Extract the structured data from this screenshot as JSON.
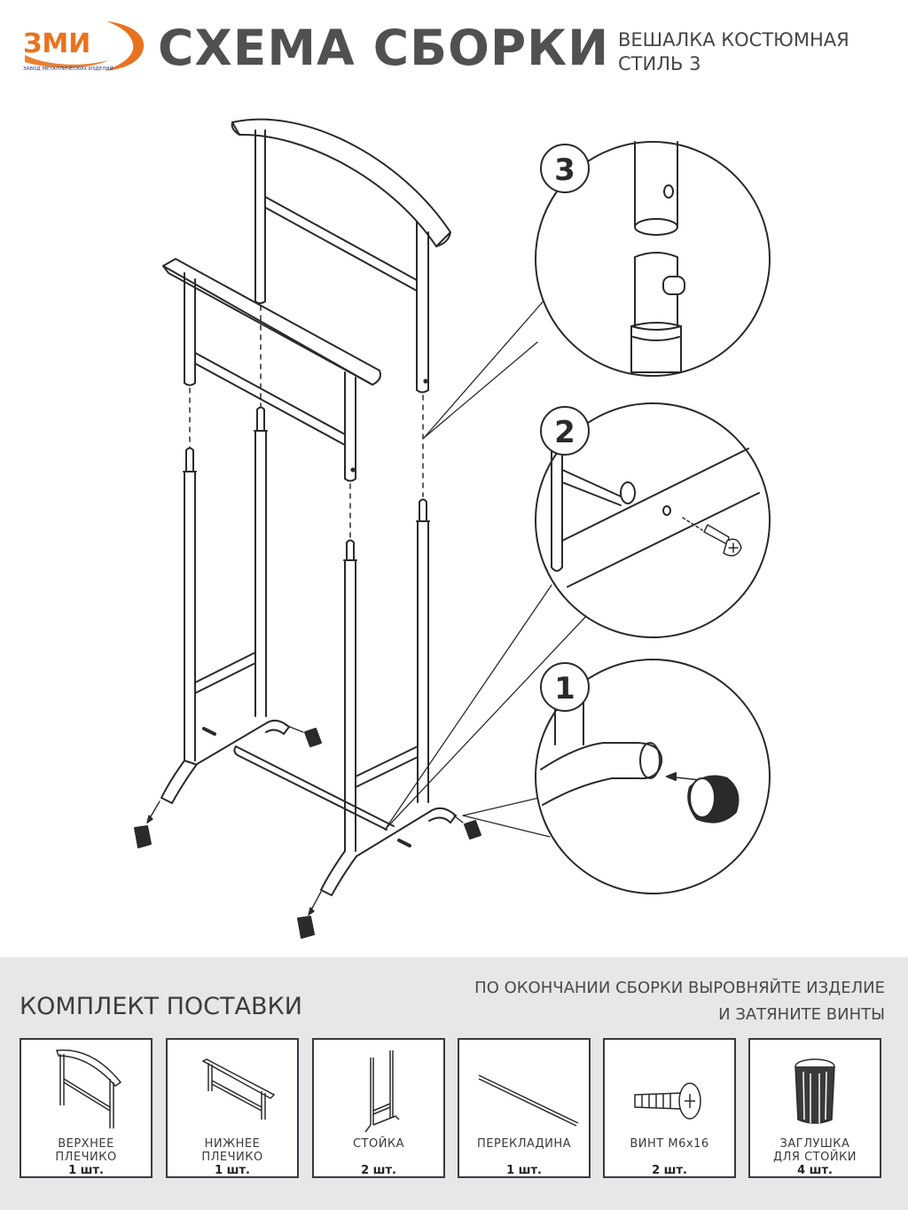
{
  "header": {
    "logo_text": "ЗМИ",
    "logo_subtext": "ЗАВОД МЕТАЛЛИЧЕСКИХ ИЗДЕЛИЙ",
    "title": "СХЕМА СБОРКИ",
    "subtitle_line1": "ВЕШАЛКА КОСТЮМНАЯ",
    "subtitle_line2": "СТИЛЬ 3"
  },
  "steps": [
    "1",
    "2",
    "3"
  ],
  "kit": {
    "title": "КОМПЛЕКТ ПОСТАВКИ",
    "note_line1": "ПО ОКОНЧАНИИ СБОРКИ ВЫРОВНЯЙТЕ ИЗДЕЛИЕ",
    "note_line2": "И ЗАТЯНИТЕ ВИНТЫ",
    "items": [
      {
        "name1": "ВЕРХНЕЕ",
        "name2": "ПЛЕЧИКО",
        "qty": "1 шт."
      },
      {
        "name1": "НИЖНЕЕ",
        "name2": "ПЛЕЧИКО",
        "qty": "1 шт."
      },
      {
        "name1": "",
        "name2": "СТОЙКА",
        "qty": "2 шт."
      },
      {
        "name1": "",
        "name2": "ПЕРЕКЛАДИНА",
        "qty": "1 шт."
      },
      {
        "name1": "",
        "name2": "ВИНТ М6х16",
        "qty": "2 шт."
      },
      {
        "name1": "ЗАГЛУШКА",
        "name2": "ДЛЯ СТОЙКИ",
        "qty": "4 шт."
      }
    ]
  },
  "colors": {
    "accent": "#e8731e",
    "logo_blue": "#1f3a7a",
    "panel": "#e6e7e8"
  }
}
